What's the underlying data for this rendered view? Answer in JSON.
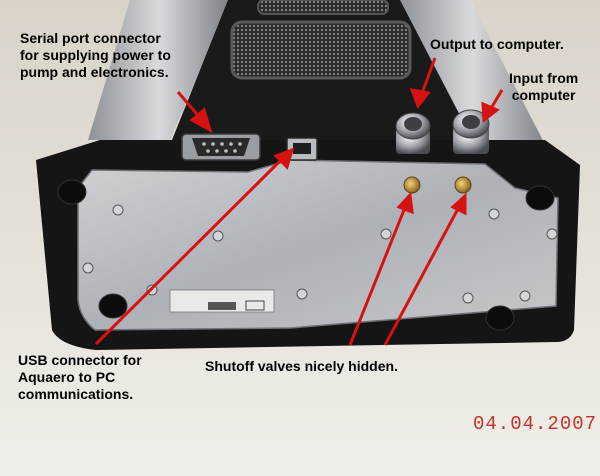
{
  "annotations": {
    "serial_port": "Serial port connector\nfor supplying power to\npump and electronics.",
    "output": "Output to computer.",
    "input": "Input from\ncomputer",
    "usb": "USB connector for\nAquaero to PC\ncommunications.",
    "valves": "Shutoff valves nicely hidden."
  },
  "date_stamp": "04.04.2007",
  "colors": {
    "arrow": "#d61212",
    "date_stamp": "#c4322b",
    "case_black": "#141414",
    "plate_steel": "#b7b9bd",
    "background": "#e7e3dc"
  }
}
